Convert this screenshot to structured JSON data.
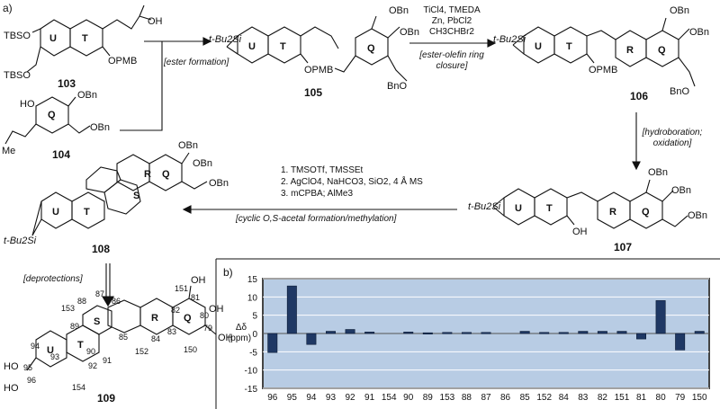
{
  "panels": {
    "a": "a)",
    "b": "b)"
  },
  "compounds": {
    "c103": "103",
    "c104": "104",
    "c105": "105",
    "c106": "106",
    "c107": "107",
    "c108": "108",
    "c109": "109"
  },
  "rings": {
    "U": "U",
    "T": "T",
    "Q": "Q",
    "R": "R",
    "S": "S"
  },
  "groups": {
    "tbso": "TBSO",
    "oh": "OH",
    "ho": "HO",
    "opmb": "OPMB",
    "obn": "OBn",
    "bno": "BnO",
    "me": "Me",
    "h": "H",
    "o": "O",
    "tbu2si": "t-Bu2Si",
    "cooh": "OH"
  },
  "steps": {
    "ester": {
      "bracket": "[ester formation]"
    },
    "rcm": {
      "reagents": [
        "TiCl4, TMEDA",
        "Zn, PbCl2",
        "CH3CHBr2"
      ],
      "bracket": "[ester-olefin ring closure]"
    },
    "hydro": {
      "bracket": "[hydroboration; oxidation]"
    },
    "acetal": {
      "reagents": [
        "1. TMSOTf, TMSSEt",
        "2. AgClO4, NaHCO3, SiO2, 4 Å MS",
        "3. mCPBA; AlMe3"
      ],
      "bracket": "[cyclic O,S-acetal formation/methylation]"
    },
    "deprot": {
      "bracket": "[deprotections]"
    }
  },
  "numbering": [
    "153",
    "88",
    "87",
    "86",
    "85",
    "89",
    "90",
    "91",
    "92",
    "93",
    "94",
    "95",
    "96",
    "154",
    "152",
    "84",
    "83",
    "82",
    "81",
    "80",
    "79",
    "150",
    "151"
  ],
  "chart_data": {
    "type": "bar",
    "categories": [
      "96",
      "95",
      "94",
      "93",
      "92",
      "91",
      "154",
      "90",
      "89",
      "153",
      "88",
      "87",
      "86",
      "85",
      "152",
      "84",
      "83",
      "82",
      "151",
      "81",
      "80",
      "79",
      "150"
    ],
    "series": [
      {
        "values": [
          -5.2,
          13,
          -3,
          0.6,
          1.1,
          0.4,
          0,
          0.4,
          0.2,
          0.3,
          0.3,
          0.3,
          0,
          0.6,
          0.3,
          0.3,
          0.6,
          0.6,
          0.6,
          -1.5,
          9,
          -4.5,
          0.6
        ]
      }
    ],
    "ylabel": "Δδ (ppm)",
    "ylim": [
      -15,
      15
    ],
    "yticks": [
      -15,
      -10,
      -5,
      0,
      5,
      10,
      15
    ],
    "grid": true,
    "colors": {
      "bar": "#1f3864",
      "plot_bg": "#b8cce4",
      "frame": "#444444"
    }
  }
}
